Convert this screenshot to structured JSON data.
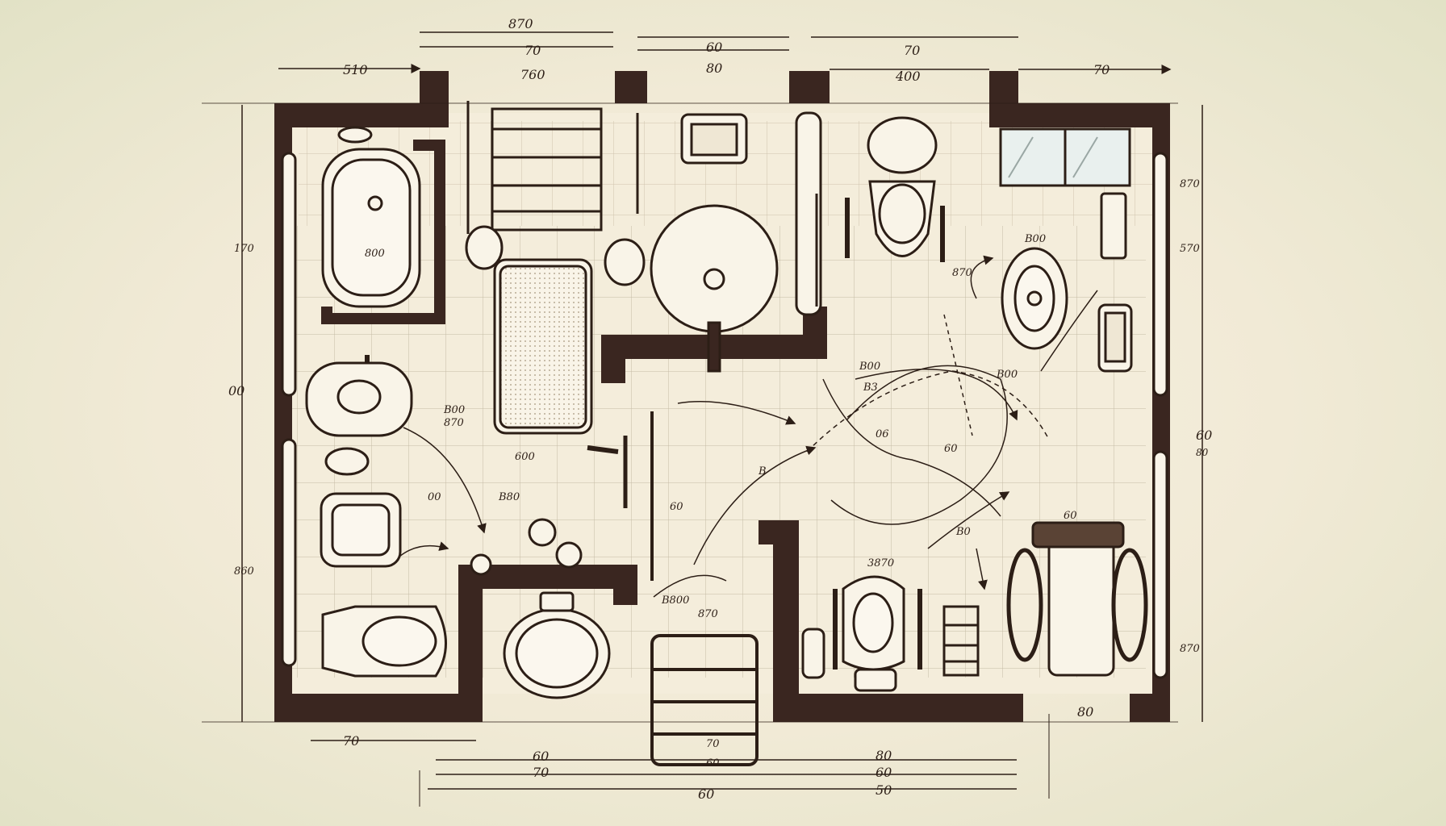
{
  "colors": {
    "ink": "#2c1e16",
    "wall": "#3a2620",
    "paper": "#f6efdd",
    "floor": "#f3ecd9",
    "fixture": "#f9f4e8",
    "tile_line": "#b9ad97",
    "background_edge": "#e3e3c8"
  },
  "dimensions": {
    "top": [
      "510",
      "870",
      "70",
      "760",
      "60",
      "80",
      "70",
      "400",
      "70"
    ],
    "left": [
      "170",
      "00",
      "860"
    ],
    "right": [
      "870",
      "570",
      "60",
      "80",
      "870"
    ],
    "bottom": [
      "70",
      "60",
      "70",
      "60",
      "70",
      "60",
      "80",
      "60",
      "50",
      "80"
    ]
  },
  "annotations": [
    "800",
    "B00",
    "870",
    "600",
    "00",
    "B80",
    "B00",
    "B3",
    "870",
    "B",
    "06",
    "60",
    "60",
    "B800",
    "870",
    "3870",
    "B00",
    "B0",
    "60",
    "B00"
  ],
  "fixtures": {
    "icons": [
      "bathtub-icon",
      "toilet-icon",
      "sink-icon",
      "bidet-icon",
      "grab-bar-icon",
      "wheelchair-icon",
      "window-icon",
      "towel-rack-icon",
      "shower-mat-icon",
      "step-stool-icon"
    ]
  }
}
